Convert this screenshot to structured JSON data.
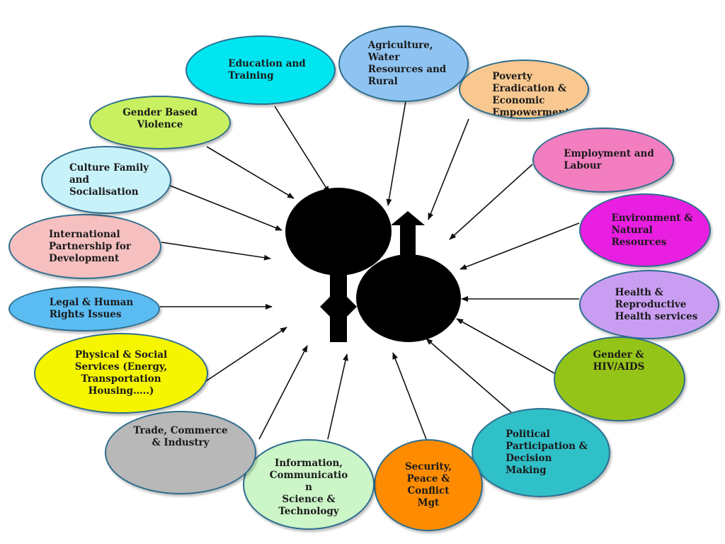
{
  "colors": {
    "center_symbol": "#000000",
    "arrow": "#111111",
    "bubble_border": "#2e6e8e"
  },
  "center": {
    "symbol": "female-male-gender-symbol-icon"
  },
  "topics": [
    {
      "id": "education",
      "label": "Education and\nTraining",
      "color": "#00e5f0"
    },
    {
      "id": "agriculture",
      "label": "Agriculture,\nWater\nResources and\nRural",
      "color": "#8fc4f2"
    },
    {
      "id": "poverty",
      "label": "Poverty\nEradication &\nEconomic\nEmpowerment",
      "color": "#f8c890"
    },
    {
      "id": "employment",
      "label": "Employment and\nLabour",
      "color": "#f27ec0"
    },
    {
      "id": "environment",
      "label": "Environment &\nNatural\nResources",
      "color": "#e81ee0"
    },
    {
      "id": "health",
      "label": "Health &\nReproductive\nHealth services",
      "color": "#c99ef2"
    },
    {
      "id": "hiv",
      "label": "Gender &\nHIV/AIDS",
      "color": "#95c418"
    },
    {
      "id": "political",
      "label": "Political\nParticipation &\nDecision\nMaking",
      "color": "#2fc0c8"
    },
    {
      "id": "security",
      "label": "Security,\nPeace &\nConflict\nMgt",
      "color": "#ff8c00"
    },
    {
      "id": "ict",
      "label": "Information,\nCommunicatio\nn\nScience &\nTechnology",
      "color": "#ccf5c8"
    },
    {
      "id": "trade",
      "label": "Trade, Commerce\n& Industry",
      "color": "#b8b8b8"
    },
    {
      "id": "physical",
      "label": "Physical & Social\nServices (Energy,\nTransportation\nHousing…..)",
      "color": "#f5f500"
    },
    {
      "id": "legal",
      "label": "Legal & Human\nRights Issues",
      "color": "#5bbcf2"
    },
    {
      "id": "international",
      "label": "International\nPartnership        for\nDevelopment",
      "color": "#f6c0c0"
    },
    {
      "id": "culture",
      "label": "Culture Family\nand\nSocialisation",
      "color": "#c8f2fa"
    },
    {
      "id": "gbv",
      "label": "Gender Based\nViolence",
      "color": "#c8f060"
    }
  ]
}
